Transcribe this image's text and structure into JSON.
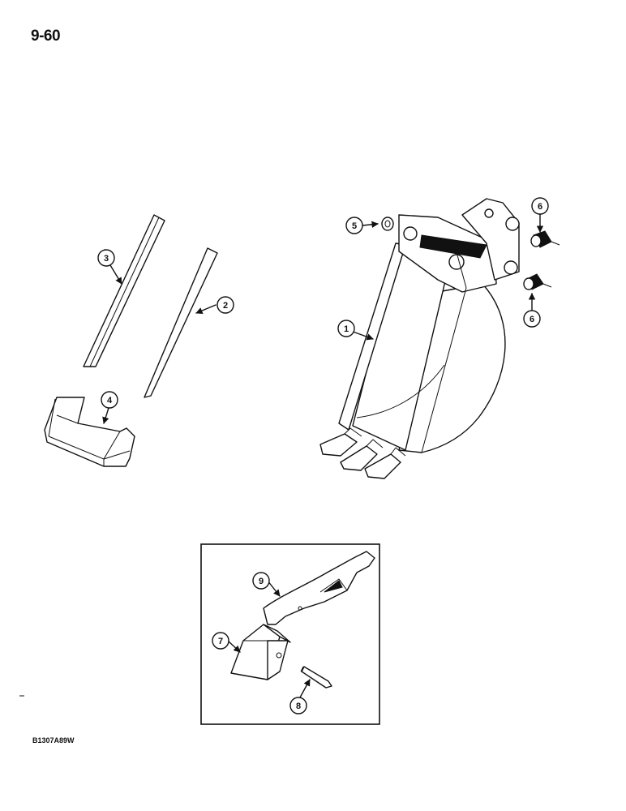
{
  "page_number": "9-60",
  "figure_code": "B1307A89W",
  "callouts": {
    "c1": "1",
    "c2": "2",
    "c3": "3",
    "c4": "4",
    "c5": "5",
    "c6a": "6",
    "c6b": "6",
    "c7": "7",
    "c8": "8",
    "c9": "9"
  }
}
